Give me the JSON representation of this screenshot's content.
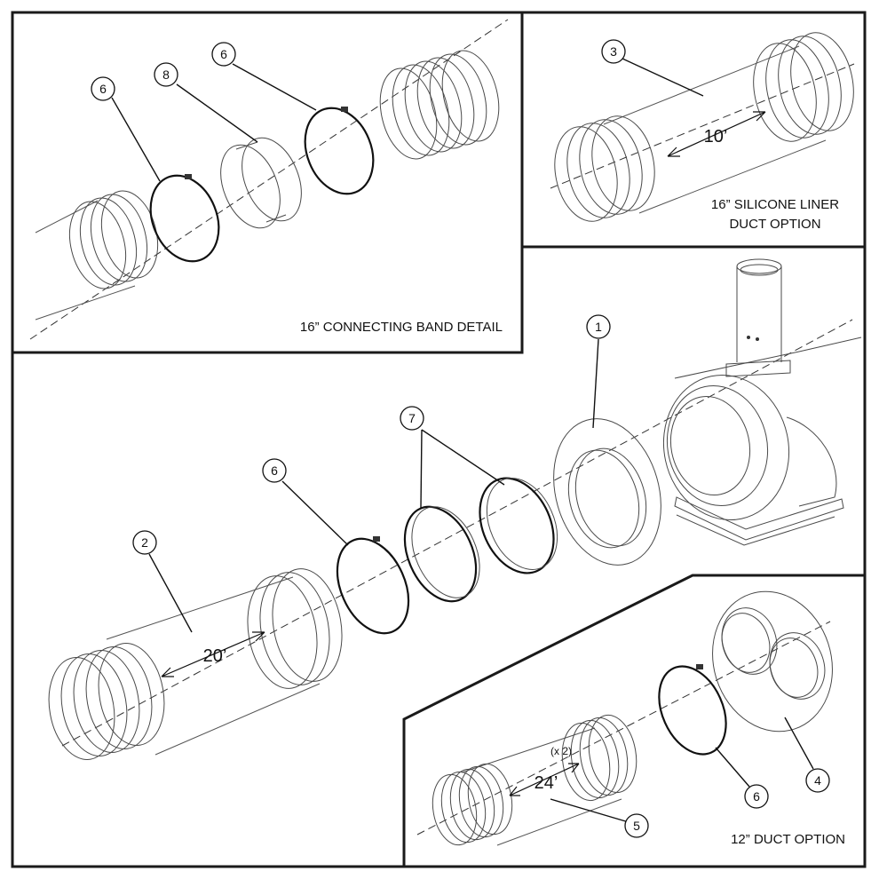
{
  "panels": {
    "connecting_band": {
      "title": "16” CONNECTING BAND DETAIL"
    },
    "silicone_liner": {
      "title_line1": "16” SILICONE LINER",
      "title_line2": "DUCT OPTION"
    },
    "twelve_inch": {
      "title": "12” DUCT OPTION"
    }
  },
  "callouts": {
    "band_left": "6",
    "band_sleeve": "8",
    "band_right": "6",
    "liner_duct": "3",
    "main_adapter": "1",
    "main_rings": "7",
    "main_clamp": "6",
    "main_duct": "2",
    "twelve_adapter": "4",
    "twelve_clamp": "6",
    "twelve_duct": "5"
  },
  "dimensions": {
    "liner_length": "10’",
    "main_length": "20’",
    "twelve_length": "24’",
    "twelve_qty": "(x 2)"
  }
}
